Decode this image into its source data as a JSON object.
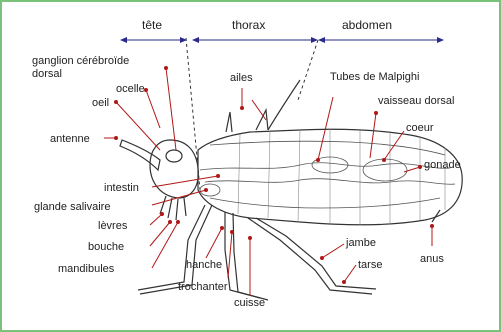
{
  "sections": {
    "head": "tête",
    "thorax": "thorax",
    "abdomen": "abdomen"
  },
  "labels": {
    "ganglion_1": "ganglion cérébroïde",
    "ganglion_2": "dorsal",
    "ocelle": "ocelle",
    "oeil": "oeil",
    "antenne": "antenne",
    "ailes": "ailes",
    "tubes_malpighi": "Tubes de Malpighi",
    "vaisseau_dorsal": "vaisseau dorsal",
    "coeur": "coeur",
    "gonade": "gonade",
    "intestin": "intestin",
    "glande_salivaire": "glande salivaire",
    "levres": "lèvres",
    "bouche": "bouche",
    "mandibules": "mandibules",
    "hanche": "hanche",
    "trochanter": "trochanter",
    "cuisse": "cuisse",
    "jambe": "jambe",
    "tarse": "tarse",
    "anus": "anus"
  },
  "colors": {
    "border": "#7ac27a",
    "leader": "#b01818",
    "section_arrow": "#2a2a8a"
  }
}
